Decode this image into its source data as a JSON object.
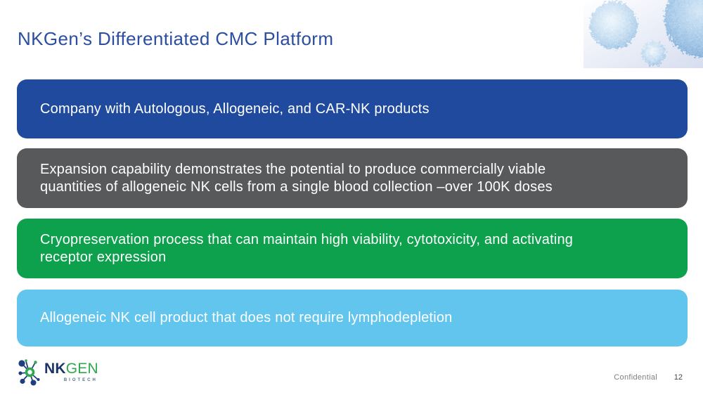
{
  "slide": {
    "title": "NKGen’s Differentiated CMC Platform",
    "title_color": "#2B4F9E",
    "boxes": [
      {
        "name": "products",
        "text": "Company with Autologous, Allogeneic, and CAR-NK products",
        "bg": "#1F4A9D"
      },
      {
        "name": "expansion",
        "text": "Expansion capability demonstrates the potential to produce commercially viable\nquantities of allogeneic NK cells from a single blood collection –over 100K doses",
        "bg": "#58595B"
      },
      {
        "name": "cryopreservation",
        "text": "Cryopreservation process that can maintain high viability, cytotoxicity, and activating\nreceptor expression",
        "bg": "#0DA14D"
      },
      {
        "name": "allogeneic",
        "text": "Allogeneic NK cell product that does not require lymphodepletion",
        "bg": "#62C5ED"
      }
    ],
    "logo": {
      "nk": "NK",
      "gen": "GEN",
      "sub": "BIOTECH",
      "nk_color": "#1C3566",
      "gen_color": "#2FA84F"
    },
    "footer": {
      "confidential": "Confidential",
      "page_number": "12"
    }
  }
}
